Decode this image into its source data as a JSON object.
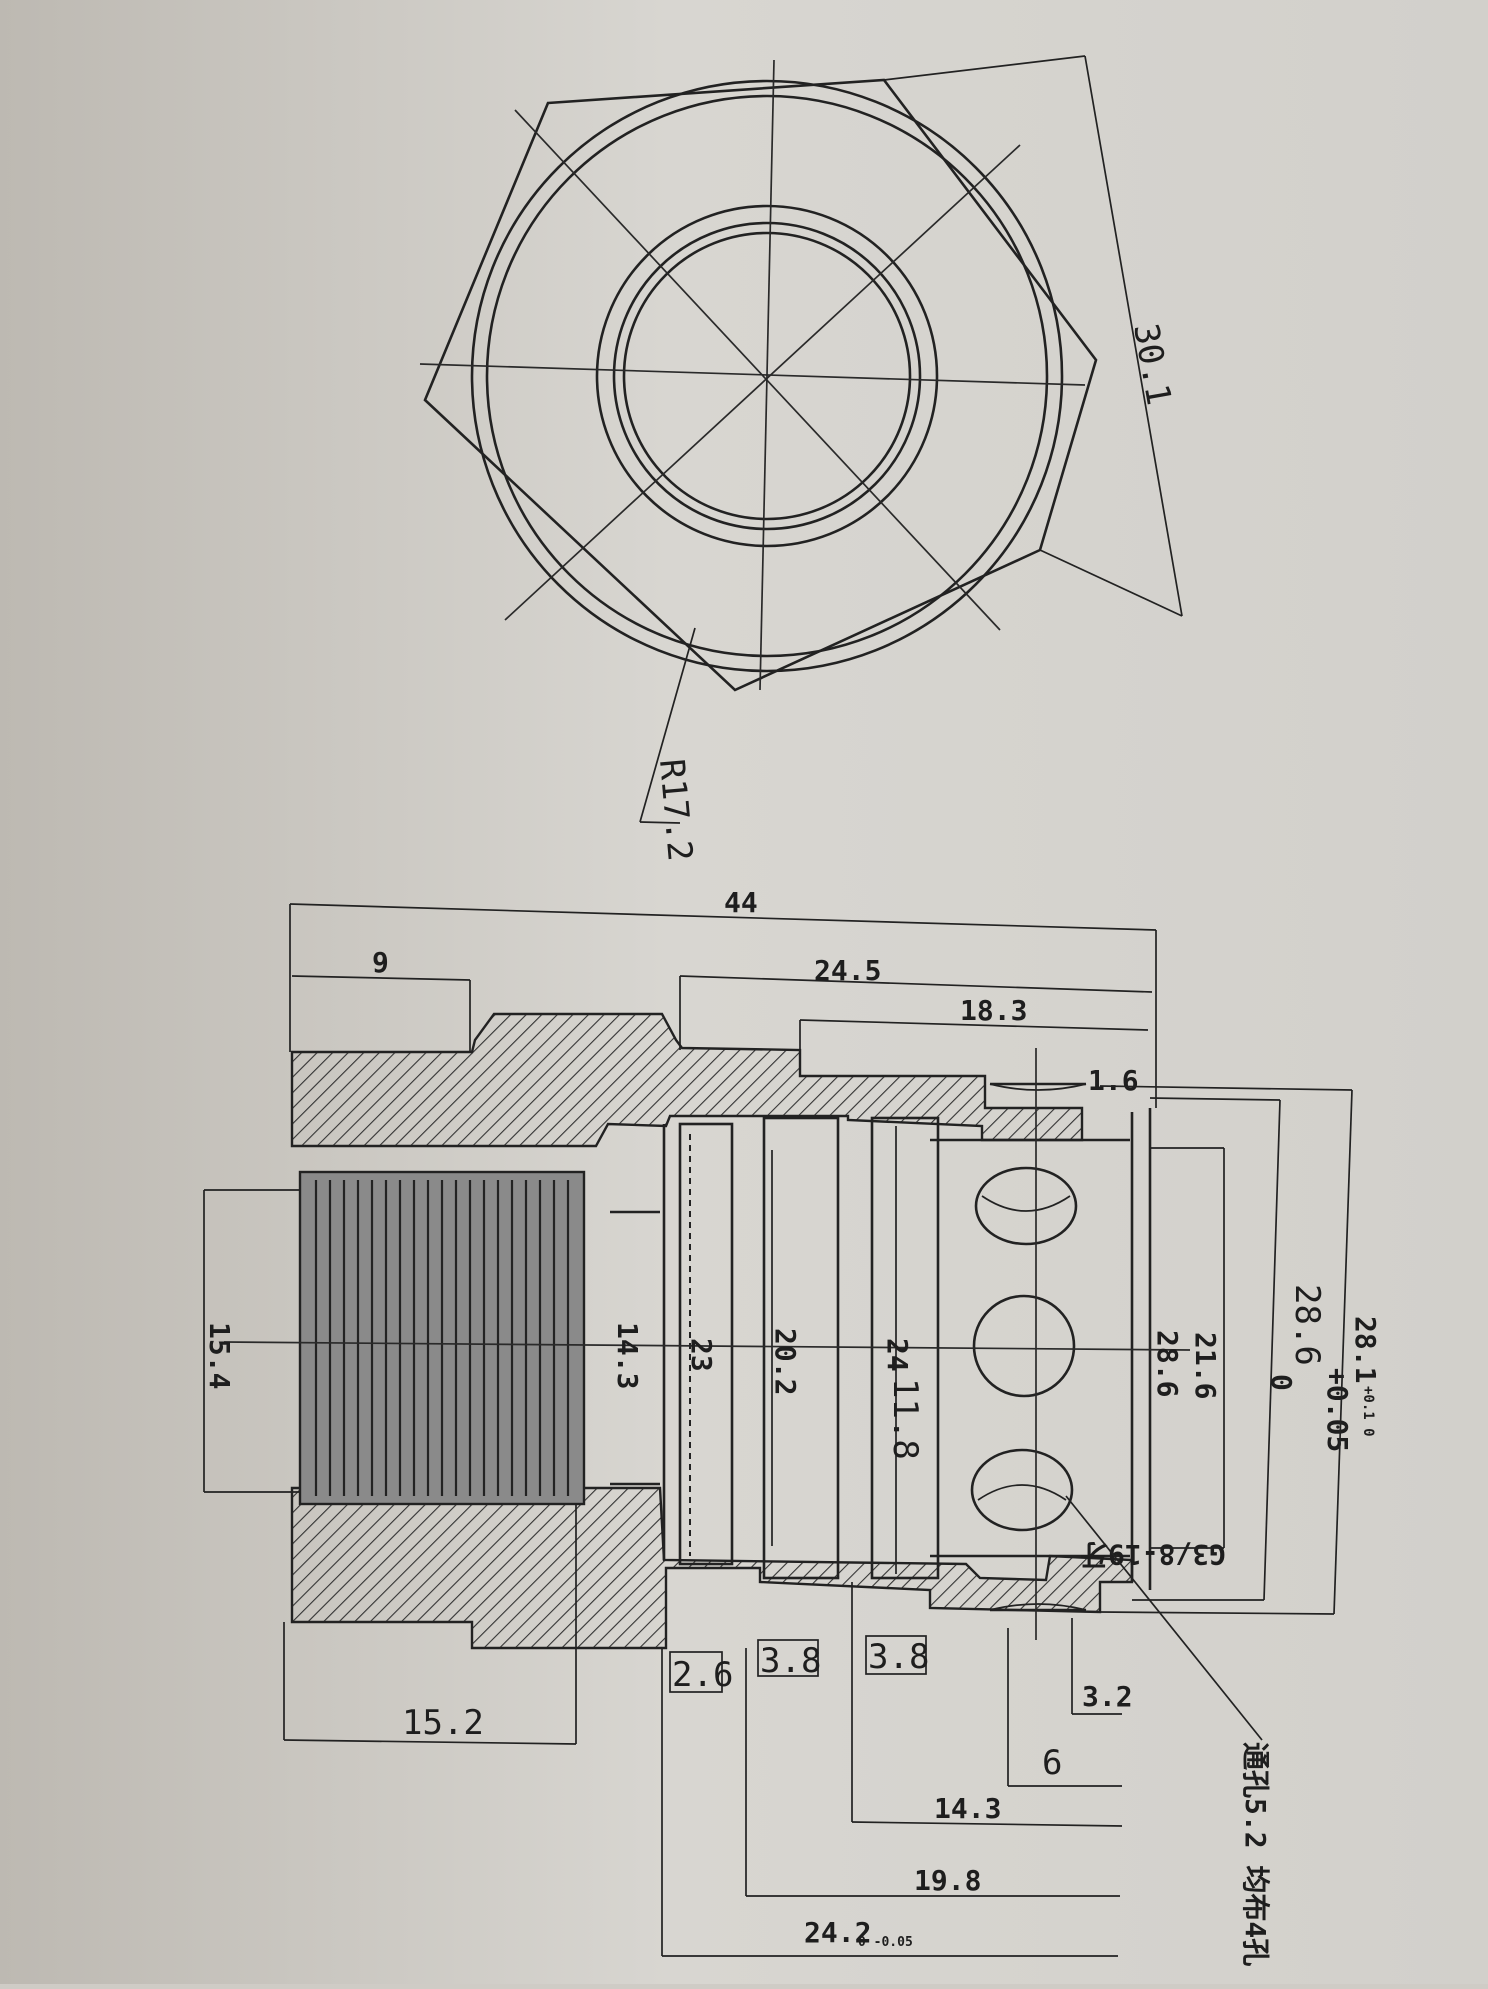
{
  "end_view": {
    "across_flats": "30.1",
    "radius": "R17.2"
  },
  "section_view": {
    "length_overall": "44",
    "len_a": "9",
    "len_b": "24.5",
    "len_c": "18.3",
    "len_d": "1.6",
    "dia_bore": "15.4",
    "dia_1": "14.3",
    "dia_2": "23",
    "dia_3": "20.2",
    "dia_4": "24",
    "dia_5": "11.8",
    "dia_6": "28.6",
    "dia_7": "21.6",
    "dia_8_main": "28.6",
    "dia_8_tol_upper": "+0.05",
    "dia_8_tol_lower": "0",
    "dia_9_main": "28.1",
    "dia_9_tol": "+0.1 0",
    "thread": "G3/8-19牙",
    "len_thread": "15.2",
    "groove_1": "2.6",
    "groove_2": "3.8",
    "groove_3": "3.8",
    "len_e": "3.2",
    "len_f": "6",
    "len_g": "14.3",
    "len_h": "19.8",
    "len_i_main": "24.2",
    "len_i_tol": "0 -0.05",
    "hole_note": "通孔5.2 均布4孔"
  }
}
